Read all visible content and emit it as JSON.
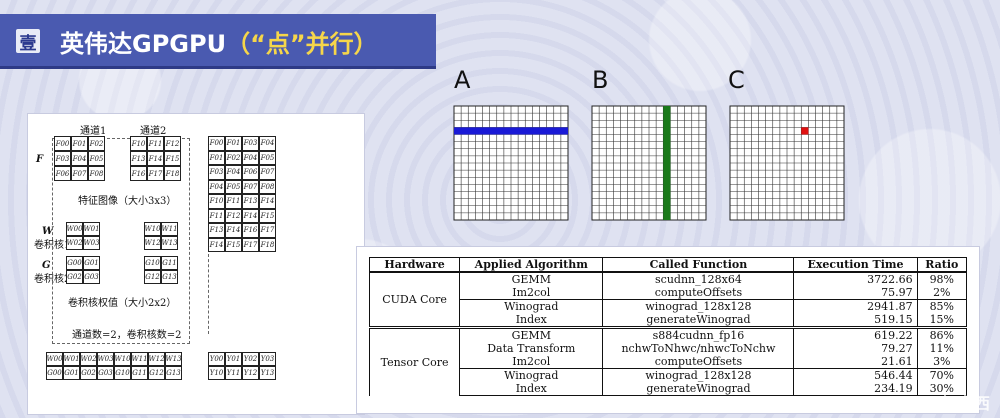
{
  "banner": {
    "number": "壹",
    "title_prefix": "英伟达GPGPU",
    "title_suffix": "（“点”并行）"
  },
  "left_figure": {
    "channel1": "通道1",
    "channel2": "通道2",
    "feature_symbol": "F",
    "feature_caption": "特征图像（大小3x3）",
    "kernel1_w": "W",
    "kernel1_label": "卷积核1",
    "kernel2_g": "G",
    "kernel2_label": "卷积核2",
    "kernel_caption": "卷积核权值（大小2x2）",
    "counts": "通道数=2，卷积核数=2",
    "F_ch1": [
      "F00",
      "F01",
      "F02",
      "F03",
      "F04",
      "F05",
      "F06",
      "F07",
      "F08"
    ],
    "F_ch2": [
      "F10",
      "F11",
      "F12",
      "F13",
      "F14",
      "F15",
      "F16",
      "F17",
      "F18"
    ],
    "W_ch1": [
      "W00",
      "W01",
      "W02",
      "W03"
    ],
    "W_ch2": [
      "W10",
      "W11",
      "W12",
      "W13"
    ],
    "G_ch1": [
      "G00",
      "G01",
      "G02",
      "G03"
    ],
    "G_ch2": [
      "G10",
      "G11",
      "G12",
      "G13"
    ],
    "im2col_col": [
      "F00",
      "F01",
      "F03",
      "F04",
      "F01",
      "F02",
      "F04",
      "F05",
      "F03",
      "F04",
      "F06",
      "F07",
      "F04",
      "F05",
      "F07",
      "F08",
      "F10",
      "F11",
      "F13",
      "F14",
      "F11",
      "F12",
      "F14",
      "F15",
      "F13",
      "F14",
      "F16",
      "F17",
      "F14",
      "F15",
      "F17",
      "F18"
    ],
    "weight_row1": [
      "W00",
      "W01",
      "W02",
      "W03",
      "W10",
      "W11",
      "W12",
      "W13"
    ],
    "weight_row2": [
      "G00",
      "G01",
      "G02",
      "G03",
      "G10",
      "G11",
      "G12",
      "G13"
    ],
    "out_row1": [
      "Y00",
      "Y01",
      "Y02",
      "Y03"
    ],
    "out_row2": [
      "Y10",
      "Y11",
      "Y12",
      "Y13"
    ]
  },
  "grids": {
    "a": "A",
    "b": "B",
    "c": "C",
    "blue": "#1a1ad6",
    "green": "#1a7a1a",
    "red": "#e01010"
  },
  "table": {
    "headers": [
      "Hardware",
      "Applied Algorithm",
      "Called Function",
      "Execution Time",
      "Ratio"
    ],
    "groups": [
      {
        "hardware": "CUDA Core",
        "rows": [
          [
            "GEMM",
            "scudnn_128x64",
            "3722.66",
            "98%"
          ],
          [
            "Im2col",
            "computeOffsets",
            "75.97",
            "2%"
          ],
          [
            "Winograd",
            "winograd_128x128",
            "2941.87",
            "85%"
          ],
          [
            "Index",
            "generateWinograd",
            "519.15",
            "15%"
          ]
        ]
      },
      {
        "hardware": "Tensor Core",
        "rows": [
          [
            "GEMM",
            "s884cudnn_fp16",
            "619.22",
            "86%"
          ],
          [
            "Data Transform",
            "nchwToNhwc/nhwcToNchw",
            "79.27",
            "11%"
          ],
          [
            "Im2col",
            "computeOffsets",
            "21.61",
            "3%"
          ],
          [
            "Winograd",
            "winograd_128x128",
            "546.44",
            "70%"
          ],
          [
            "Index",
            "generateWinograd",
            "234.19",
            "30%"
          ]
        ]
      }
    ]
  }
}
